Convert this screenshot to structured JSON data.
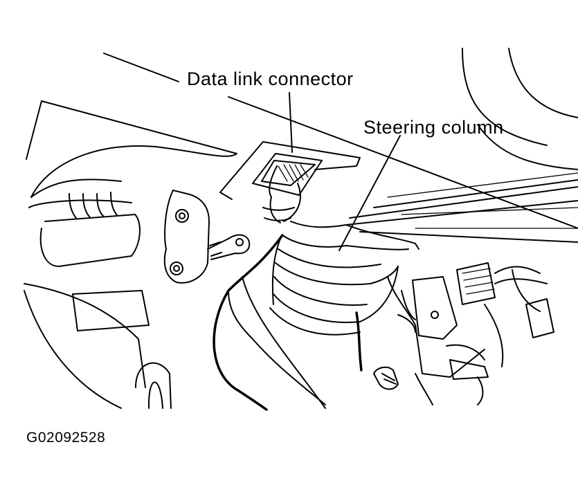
{
  "labels": {
    "data_link_connector": "Data link connector",
    "steering_column": "Steering column"
  },
  "figure_id": "G02092528"
}
